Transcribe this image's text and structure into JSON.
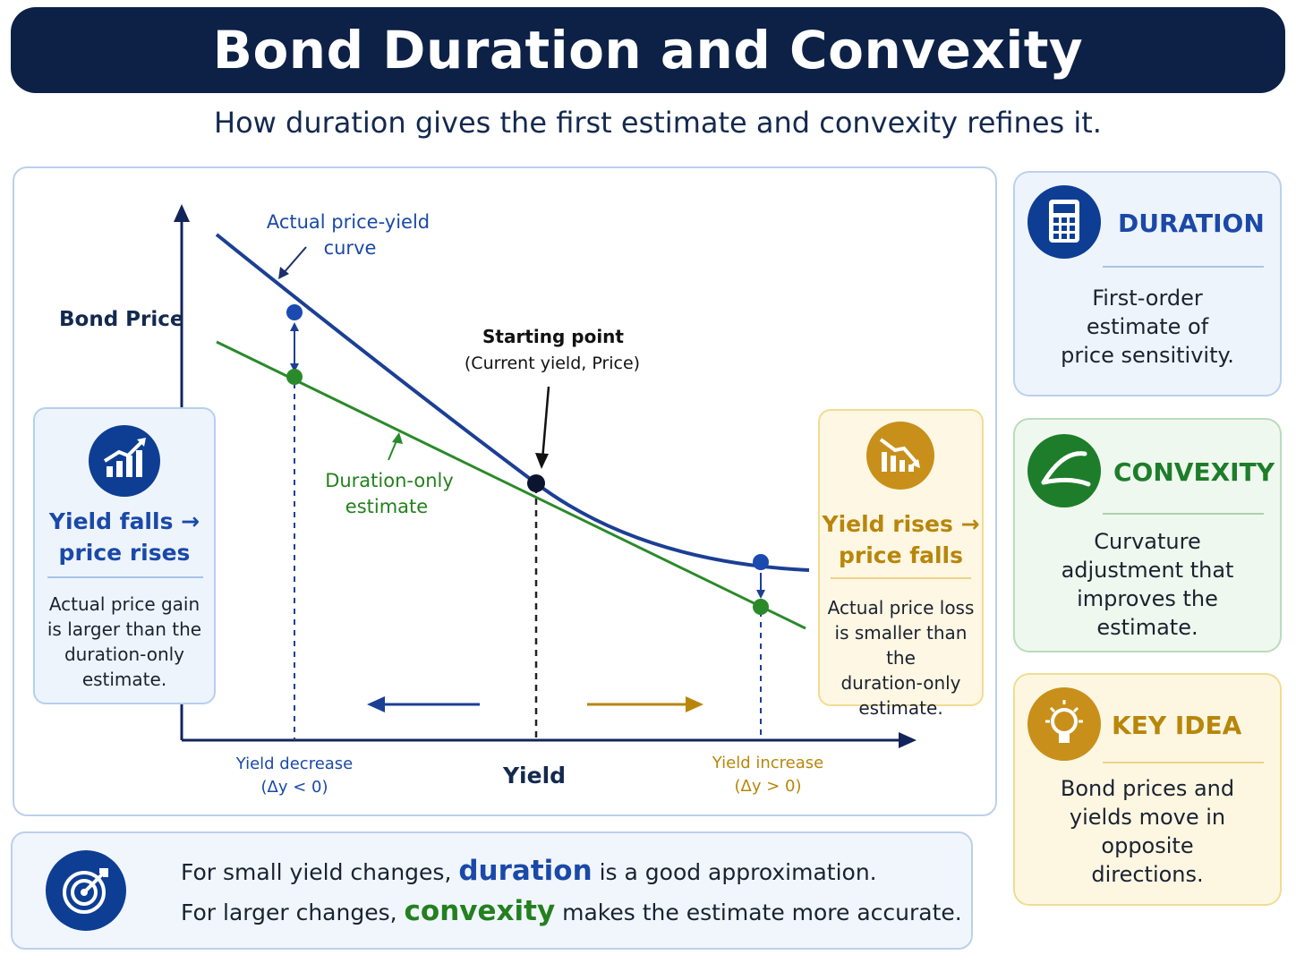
{
  "header": {
    "title": "Bond Duration and Convexity",
    "subtitle": "How duration gives the first estimate and convexity refines it."
  },
  "diagram": {
    "y_axis_label": "Bond Price",
    "x_axis_label": "Yield",
    "curve_label": [
      "Actual price-yield",
      "curve"
    ],
    "duration_label": [
      "Duration-only",
      "estimate"
    ],
    "start_label": "Starting point",
    "start_sublabel": "(Current yield, Price)",
    "left_tick": [
      "Yield decrease",
      "(Δy < 0)"
    ],
    "right_tick": [
      "Yield increase",
      "(Δy > 0)"
    ]
  },
  "left_box": {
    "icon": "chart-up-icon",
    "heading": [
      "Yield falls →",
      "price rises"
    ],
    "body": [
      "Actual price gain",
      "is larger than the",
      "duration-only",
      "estimate."
    ]
  },
  "right_box": {
    "icon": "chart-down-icon",
    "heading": [
      "Yield rises →",
      "price falls"
    ],
    "body": [
      "Actual price loss",
      "is smaller than the",
      "duration-only",
      "estimate."
    ]
  },
  "cards": {
    "duration": {
      "icon": "calculator-icon",
      "title": "DURATION",
      "body": [
        "First-order",
        "estimate of",
        "price sensitivity."
      ]
    },
    "convexity": {
      "icon": "curve-icon",
      "title": "CONVEXITY",
      "body": [
        "Curvature",
        "adjustment that",
        "improves the",
        "estimate."
      ]
    },
    "key_idea": {
      "icon": "lightbulb-icon",
      "title": "KEY IDEA",
      "body": [
        "Bond prices and",
        "yields move in",
        "opposite",
        "directions."
      ]
    }
  },
  "bottom": {
    "icon": "target-icon",
    "line1_pre": "For small yield changes,",
    "line1_hl": "duration",
    "line1_post": "is a good approximation.",
    "line2_pre": "For larger changes,",
    "line2_hl": "convexity",
    "line2_post": "makes the estimate more accurate."
  },
  "colors": {
    "navy": "#0d2147",
    "curve_blue": "#1b3f94",
    "duration_green": "#2a8a2a",
    "gold": "#b8860b",
    "start_point": "#0b1530"
  }
}
